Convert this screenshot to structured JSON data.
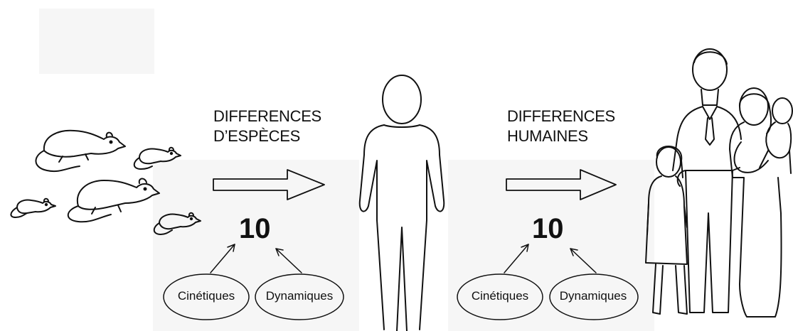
{
  "left_block": {
    "heading_line1": "DIFFERENCES",
    "heading_line2": "D’ESPÈCES",
    "factor": "10",
    "bubble_left": "Cinétiques",
    "bubble_right": "Dynamiques"
  },
  "right_block": {
    "heading_line1": "DIFFERENCES",
    "heading_line2": "HUMAINES",
    "factor": "10",
    "bubble_left": "Cinétiques",
    "bubble_right": "Dynamiques"
  },
  "icons": {
    "animals": "rats-icon",
    "person": "human-silhouette-icon",
    "population": "family-icon"
  }
}
